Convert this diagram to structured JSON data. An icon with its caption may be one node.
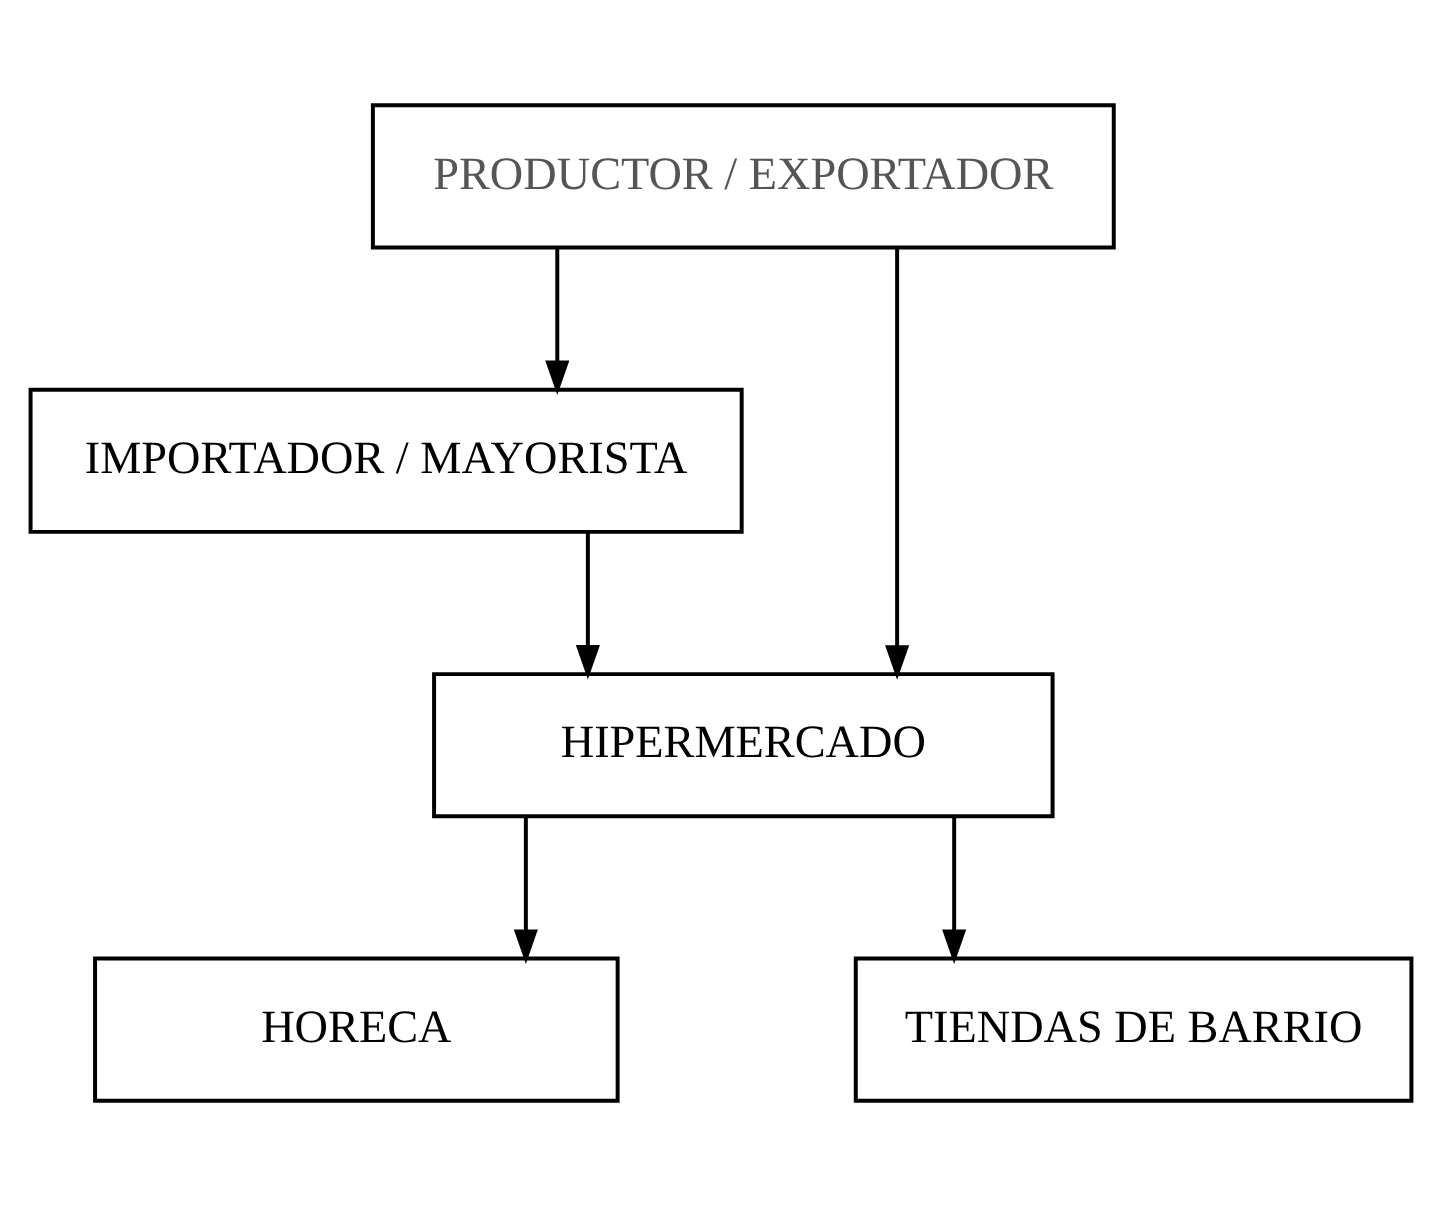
{
  "diagram": {
    "nodes": [
      {
        "text": [
          "PRODUCTOR / EXPORTADOR"
        ]
      },
      {
        "text": [
          "IMPORTADOR / MAYORISTA"
        ]
      },
      {
        "text": [
          "HIPERMERCADO"
        ]
      },
      {
        "text": [
          "HORECA"
        ]
      },
      {
        "text": [
          "TIENDAS DE BARRIO"
        ]
      }
    ],
    "edges": [
      {
        "from": 0,
        "to": 1,
        "arrow": "to"
      },
      {
        "from": 1,
        "to": 2,
        "arrow": "to"
      },
      {
        "from": 0,
        "to": 2,
        "arrow": "to"
      },
      {
        "from": 2,
        "to": 3,
        "arrow": "to"
      },
      {
        "from": 2,
        "to": 4,
        "arrow": "to"
      }
    ]
  }
}
